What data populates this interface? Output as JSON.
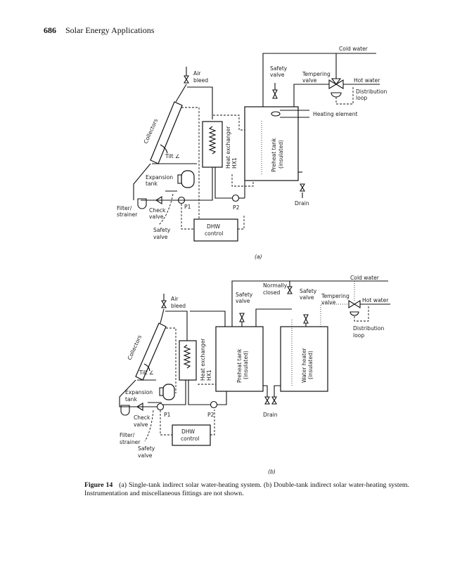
{
  "header": {
    "page_number": "686",
    "running_title": "Solar Energy Applications"
  },
  "figure_a": {
    "panel_label": "(a)",
    "labels": {
      "air_bleed": [
        "Air",
        "bleed"
      ],
      "collectors": "Collectors",
      "tilt": "Tilt ∠",
      "heat_exchanger": [
        "Heat exchanger",
        "HX1"
      ],
      "preheat_tank": [
        "Preheat tank",
        "(insulated)"
      ],
      "expansion_tank": [
        "Expansion",
        "tank"
      ],
      "filter": [
        "Filter/",
        "strainer"
      ],
      "check_valve": [
        "Check",
        "valve"
      ],
      "safety_valve_low": [
        "Safety",
        "valve"
      ],
      "p1": "P1",
      "p2": "P2",
      "dhw_control": [
        "DHW",
        "control"
      ],
      "cold_water": "Cold water",
      "safety_valve_top": [
        "Safety",
        "valve"
      ],
      "tempering_valve": [
        "Tempering",
        "valve"
      ],
      "hot_water": "Hot water",
      "distribution_loop": [
        "Distribution",
        "loop"
      ],
      "heating_element": "Heating element",
      "drain": "Drain"
    }
  },
  "figure_b": {
    "panel_label": "(b)",
    "labels": {
      "air_bleed": [
        "Air",
        "bleed"
      ],
      "collectors": "Collectors",
      "tilt": "Tilt ∠",
      "heat_exchanger": [
        "Heat exchanger",
        "HX1"
      ],
      "preheat_tank": [
        "Preheat tank",
        "(insulated)"
      ],
      "water_heater": [
        "Water heater",
        "(insulated)"
      ],
      "expansion_tank": [
        "Expansion",
        "tank"
      ],
      "check_valve": [
        "Check",
        "valve"
      ],
      "filter": [
        "Filter/",
        "strainer"
      ],
      "safety_valve_low": [
        "Safety",
        "valve"
      ],
      "p1": "P1",
      "p2": "P2",
      "dhw_control": [
        "DHW",
        "control"
      ],
      "cold_water": "Cold water",
      "normally_closed": [
        "Normally",
        "closed"
      ],
      "safety_valve_1": [
        "Safety",
        "valve"
      ],
      "safety_valve_2": [
        "Safety",
        "valve"
      ],
      "tempering_valve": [
        "Tempering",
        "valve"
      ],
      "hot_water": "Hot water",
      "distribution_loop": [
        "Distribution",
        "loop"
      ],
      "drain": "Drain"
    }
  },
  "caption": {
    "figure_label": "Figure 14",
    "text": "(a) Single-tank indirect solar water-heating system. (b) Double-tank indirect solar water-heating system. Instrumentation and miscellaneous fittings are not shown."
  }
}
